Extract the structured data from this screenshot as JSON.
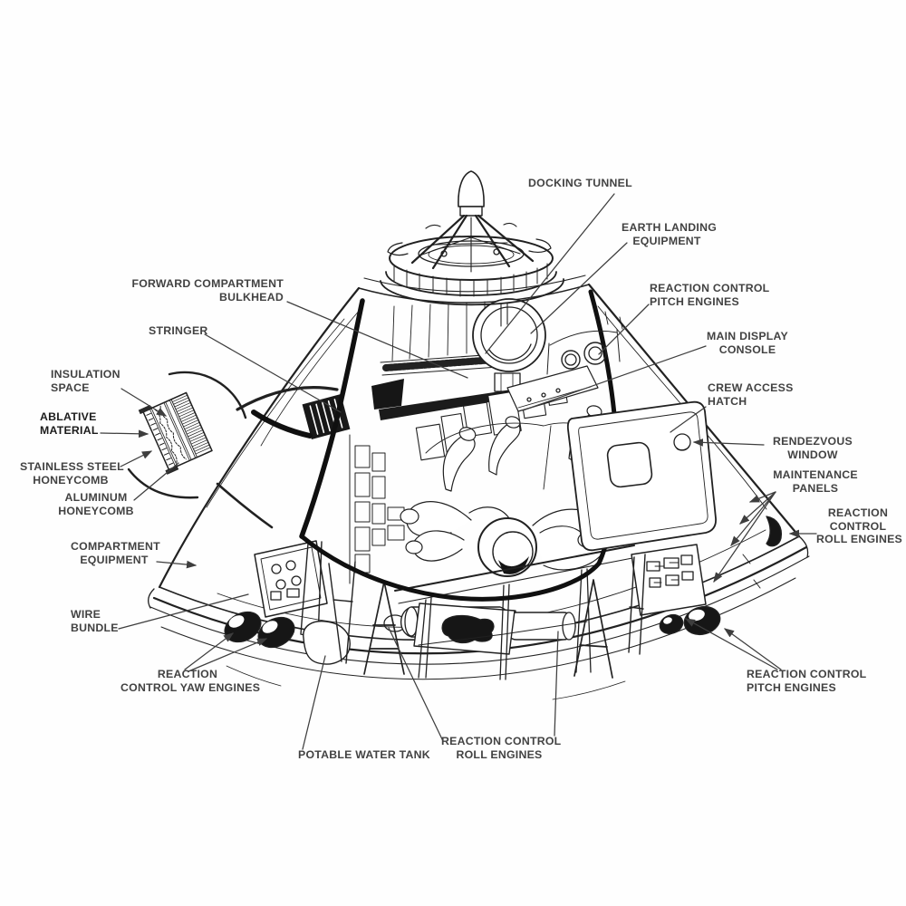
{
  "figure": {
    "name": "apollo-command-module-cutaway",
    "type": "technical-cutaway-line-drawing",
    "background_color": "#fefefe",
    "ink_color": "#212121",
    "label_color": "#424242"
  },
  "labels": {
    "docking_tunnel": {
      "lines": [
        "DOCKING TUNNEL"
      ]
    },
    "earth_landing_equipment": {
      "lines": [
        "EARTH LANDING",
        "EQUIPMENT"
      ]
    },
    "reaction_control_pitch_engines_upper": {
      "lines": [
        "REACTION CONTROL",
        "PITCH ENGINES"
      ]
    },
    "main_display_console": {
      "lines": [
        "MAIN DISPLAY",
        "CONSOLE"
      ]
    },
    "crew_access_hatch": {
      "lines": [
        "CREW ACCESS",
        "HATCH"
      ]
    },
    "rendezvous_window": {
      "lines": [
        "RENDEZVOUS",
        "WINDOW"
      ]
    },
    "maintenance_panels": {
      "lines": [
        "MAINTENANCE",
        "PANELS"
      ]
    },
    "reaction_control_roll_engines_right": {
      "lines": [
        "REACTION",
        "CONTROL",
        "ROLL ENGINES"
      ]
    },
    "forward_compartment_bulkhead": {
      "lines": [
        "FORWARD COMPARTMENT",
        "BULKHEAD"
      ]
    },
    "stringer": {
      "lines": [
        "STRINGER"
      ]
    },
    "insulation_space": {
      "lines": [
        "INSULATION",
        "SPACE"
      ]
    },
    "ablative_material": {
      "lines": [
        "ABLATIVE",
        "MATERIAL"
      ],
      "emphasis": "bold-dark"
    },
    "stainless_steel_honeycomb": {
      "lines": [
        "STAINLESS STEEL",
        "HONEYCOMB"
      ]
    },
    "aluminum_honeycomb": {
      "lines": [
        "ALUMINUM",
        "HONEYCOMB"
      ]
    },
    "compartment_equipment": {
      "lines": [
        "COMPARTMENT",
        "EQUIPMENT"
      ]
    },
    "wire_bundle": {
      "lines": [
        "WIRE",
        "BUNDLE"
      ]
    },
    "reaction_control_yaw_engines": {
      "lines": [
        "REACTION",
        "CONTROL YAW ENGINES"
      ]
    },
    "potable_water_tank": {
      "lines": [
        "POTABLE WATER TANK"
      ]
    },
    "reaction_control_roll_engines_bottom": {
      "lines": [
        "REACTION CONTROL",
        "ROLL ENGINES"
      ]
    },
    "reaction_control_pitch_engines_lower": {
      "lines": [
        "REACTION CONTROL",
        "PITCH ENGINES"
      ]
    }
  }
}
